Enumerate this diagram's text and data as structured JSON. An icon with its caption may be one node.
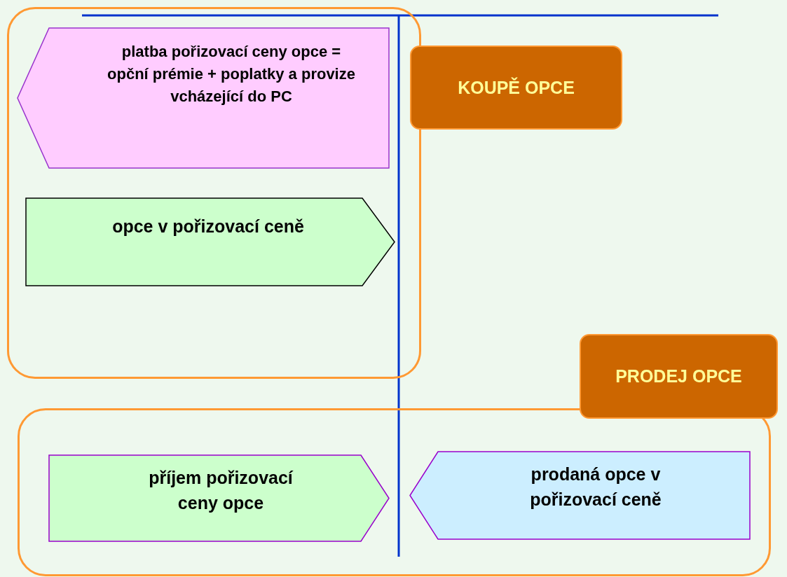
{
  "diagram": {
    "nodes": [
      {
        "text": [],
        "shape": "box"
      },
      {
        "text": [
          "platba pořizovací ceny opce = opční prémie + poplatky a provize vcházející do PC"
        ],
        "in": 0
      },
      {
        "text": [
          "opce v pořizovací ceně"
        ],
        "in": 0
      },
      {
        "text": [
          "KOUPĚ OPCE"
        ]
      },
      {
        "text": [],
        "shape": "box"
      },
      {
        "text": [
          "příjem pořizovací ceny opce"
        ],
        "in": 4
      },
      {
        "text": [
          "prodaná opce v pořizovací ceně"
        ],
        "in": 4
      },
      {
        "text": [
          "PRODEJ OPCE"
        ]
      }
    ]
  }
}
